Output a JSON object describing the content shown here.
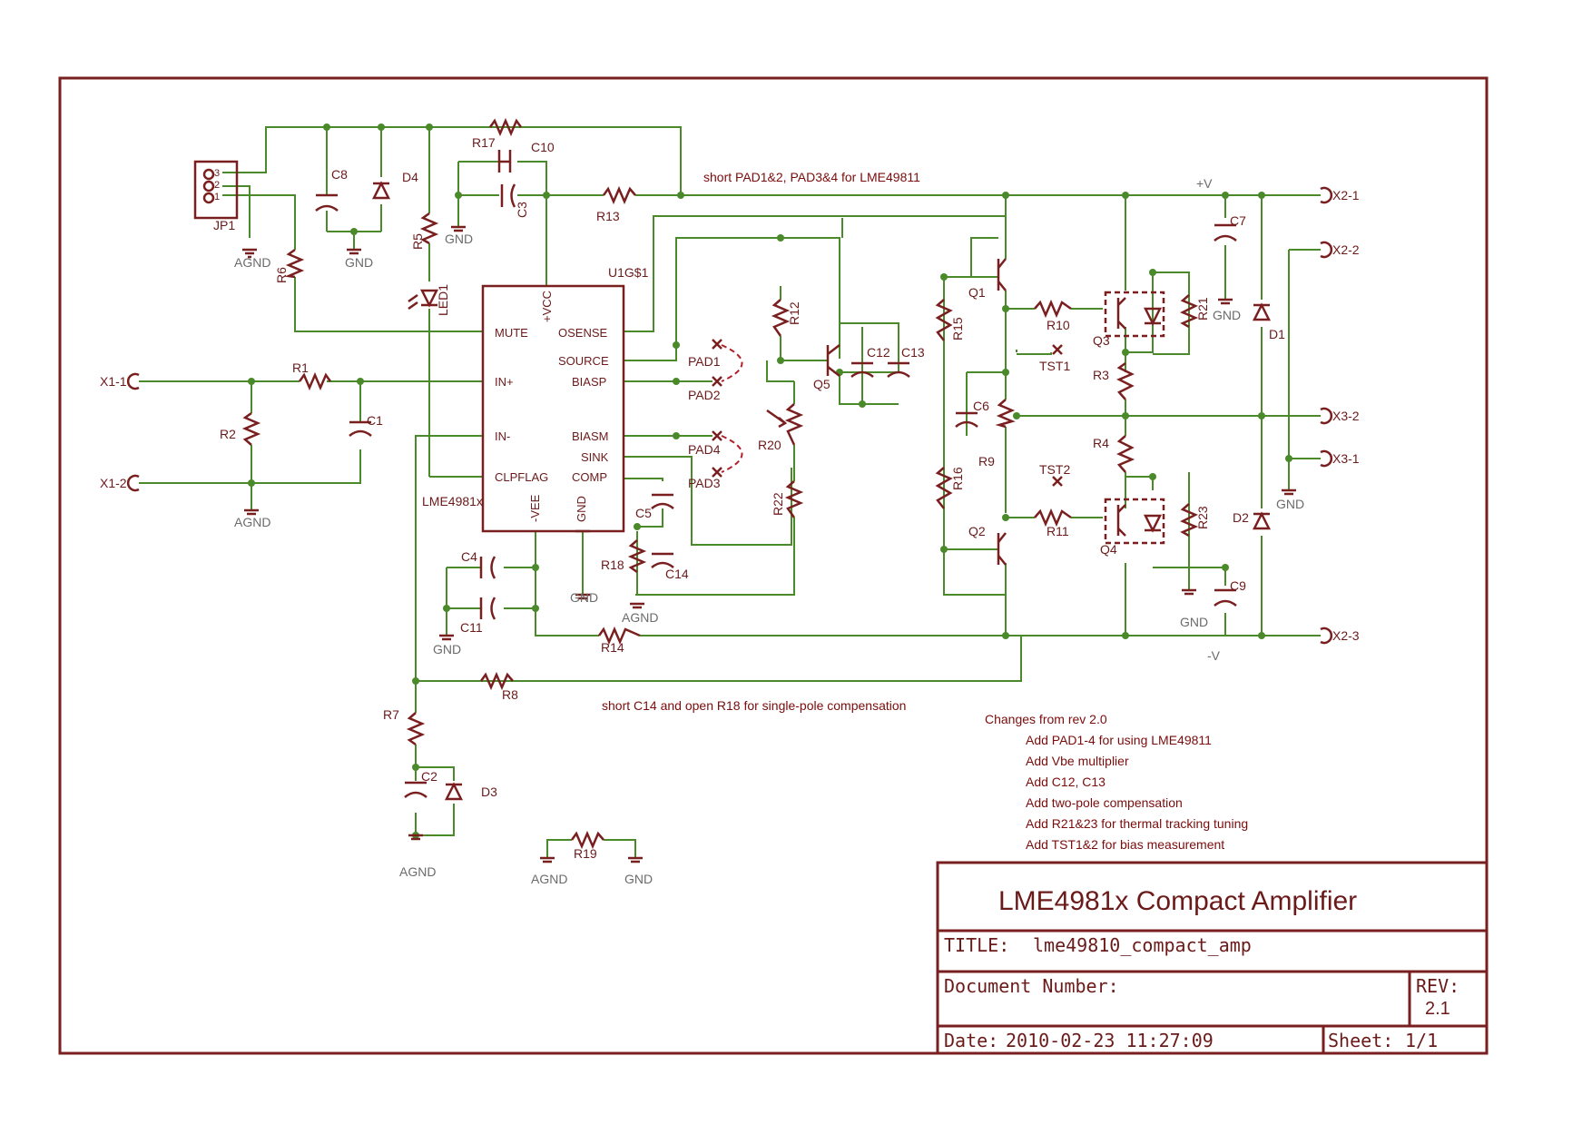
{
  "title_block": {
    "heading": "LME4981x Compact Amplifier",
    "title_label": "TITLE:",
    "title_value": "lme49810_compact_amp",
    "docnum_label": "Document Number:",
    "rev_label": "REV:",
    "rev_value": "2.1",
    "date_label": "Date:",
    "date_value": "2010-02-23 11:27:09",
    "sheet_label": "Sheet:",
    "sheet_value": "1/1"
  },
  "notes": {
    "pads": "short PAD1&2, PAD3&4 for LME49811",
    "compensation": "short C14 and open R18 for single-pole compensation",
    "changes_title": "Changes from rev 2.0",
    "changes": [
      "Add PAD1-4 for using LME49811",
      "Add Vbe multiplier",
      "Add C12, C13",
      "Add two-pole compensation",
      "Add R21&23 for thermal tracking tuning",
      "Add TST1&2 for bias measurement"
    ]
  },
  "ic": {
    "name": "LME4981x",
    "ref": "U1G$1",
    "pins_left": [
      "MUTE",
      "IN+",
      "IN-",
      "CLPFLAG"
    ],
    "pins_right": [
      "OSENSE",
      "SOURCE",
      "BIASP",
      "BIASM",
      "SINK",
      "COMP"
    ],
    "pins_top": [
      "+VCC"
    ],
    "pins_bottom": [
      "-VEE",
      "GND"
    ]
  },
  "connectors": [
    "X1-1",
    "X1-2",
    "X2-1",
    "X2-2",
    "X3-2",
    "X3-1",
    "X2-3"
  ],
  "rails": {
    "pos": "+V",
    "neg": "-V"
  },
  "labels": {
    "JP1": "JP1",
    "pin3": "3",
    "pin2": "2",
    "pin1": "1",
    "R1": "R1",
    "R2": "R2",
    "R3": "R3",
    "R4": "R4",
    "R5": "R5",
    "R6": "R6",
    "R7": "R7",
    "R8": "R8",
    "R9": "R9",
    "R10": "R10",
    "R11": "R11",
    "R12": "R12",
    "R13": "R13",
    "R14": "R14",
    "R15": "R15",
    "R16": "R16",
    "R17": "R17",
    "R18": "R18",
    "R19": "R19",
    "R20": "R20",
    "R21": "R21",
    "R22": "R22",
    "R23": "R23",
    "C1": "C1",
    "C2": "C2",
    "C3": "C3",
    "C4": "C4",
    "C5": "C5",
    "C6": "C6",
    "C7": "C7",
    "C8": "C8",
    "C9": "C9",
    "C10": "C10",
    "C11": "C11",
    "C12": "C12",
    "C13": "C13",
    "C14": "C14",
    "D1": "D1",
    "D2": "D2",
    "D3": "D3",
    "D4": "D4",
    "LED1": "LED1",
    "Q1": "Q1",
    "Q2": "Q2",
    "Q3": "Q3",
    "Q4": "Q4",
    "Q5": "Q5",
    "PAD1": "PAD1",
    "PAD2": "PAD2",
    "PAD3": "PAD3",
    "PAD4": "PAD4",
    "TST1": "TST1",
    "TST2": "TST2",
    "GND": "GND",
    "AGND": "AGND"
  }
}
